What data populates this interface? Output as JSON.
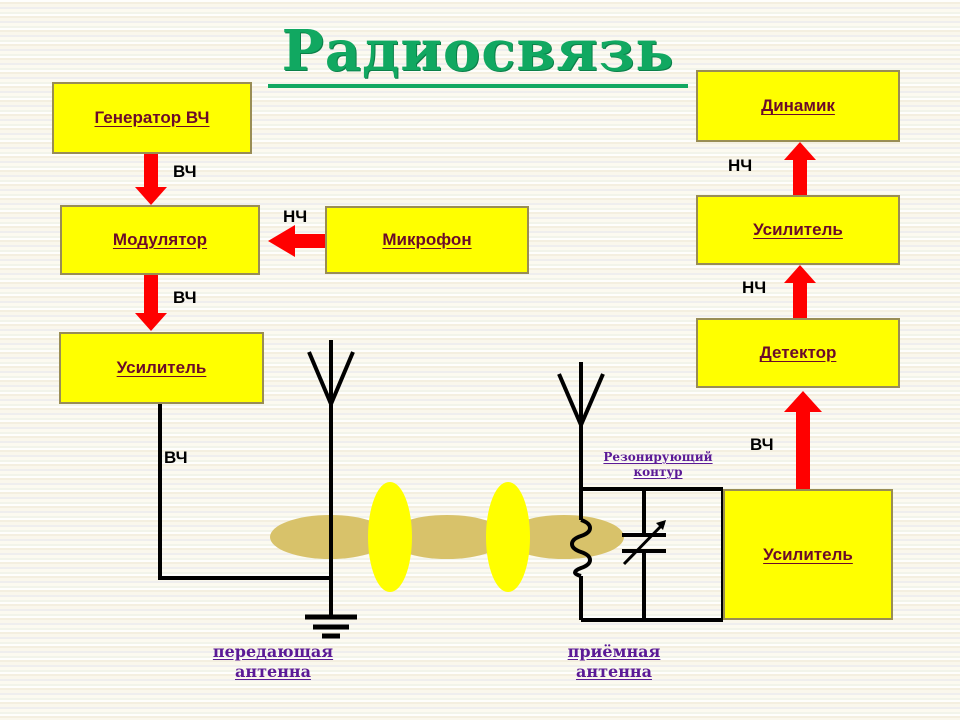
{
  "title": "Радиосвязь",
  "colors": {
    "box_fill": "#ffff00",
    "box_border": "#998d55",
    "box_text": "#6b0b2a",
    "title_green": "#11a861",
    "arrow_red": "#ff0000",
    "annotation_purple": "#5b1a96",
    "wave_horizontal": "#d8c26a",
    "wave_vertical": "#ffff00",
    "wire_black": "#000000",
    "background": "#f8f6e8"
  },
  "transmitter": {
    "blocks": [
      {
        "id": "generator",
        "label": "Генератор ВЧ"
      },
      {
        "id": "modulator",
        "label": "Модулятор"
      },
      {
        "id": "microphone",
        "label": "Микрофон"
      },
      {
        "id": "amplifier",
        "label": "Усилитель"
      }
    ],
    "signals": {
      "gen_to_mod": "ВЧ",
      "mic_to_mod": "НЧ",
      "mod_to_amp": "ВЧ",
      "amp_to_antenna": "ВЧ"
    },
    "antenna_label_line1": "передающая",
    "antenna_label_line2": "антенна"
  },
  "receiver": {
    "blocks": [
      {
        "id": "speaker",
        "label": "Динамик"
      },
      {
        "id": "lf-amplifier",
        "label": "Усилитель"
      },
      {
        "id": "detector",
        "label": "Детектор"
      },
      {
        "id": "hf-amplifier",
        "label": "Усилитель"
      }
    ],
    "signals": {
      "amp_to_speaker": "НЧ",
      "detector_to_amp": "НЧ",
      "circuit_to_amp": "ВЧ"
    },
    "resonant_circuit_line1": "Резонирующий",
    "resonant_circuit_line2": "контур",
    "antenna_label_line1": "приёмная",
    "antenna_label_line2": "антенна"
  },
  "waves": {
    "horizontal_lobes": 3,
    "vertical_lobes": 2
  }
}
